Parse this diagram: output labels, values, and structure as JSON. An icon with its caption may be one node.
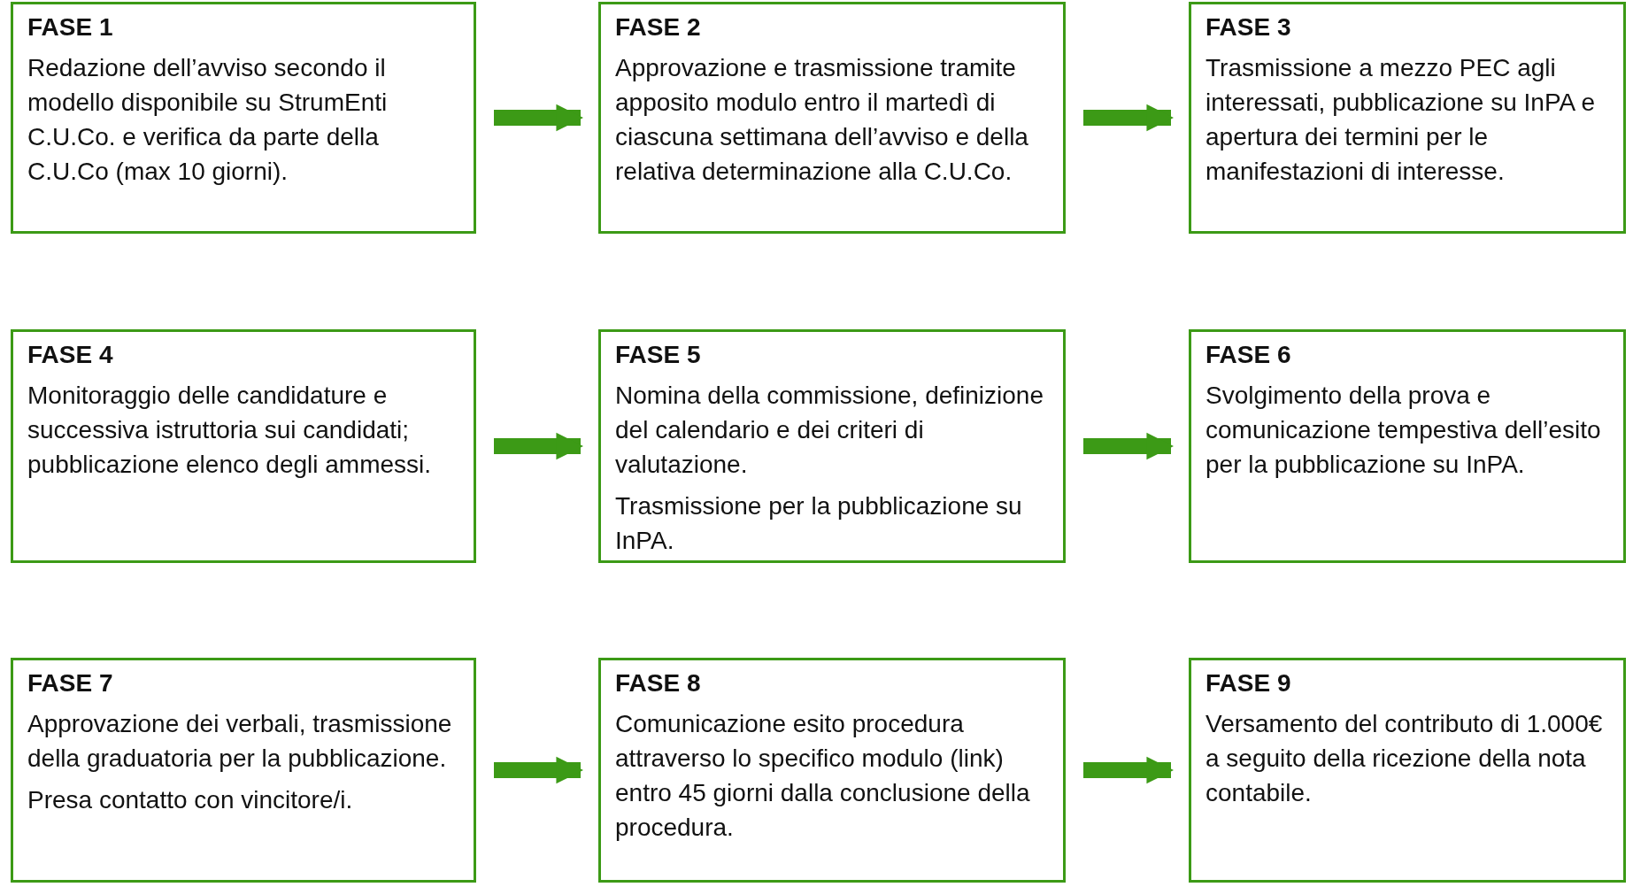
{
  "diagram": {
    "nodes": [
      {
        "text": [
          "FASE 1",
          "Redazione dell’avviso secondo il modello disponibile su StrumEnti C.U.Co. e verifica da parte della C.U.Co (max 10 giorni)."
        ]
      },
      {
        "text": [
          "FASE 2",
          "Approvazione e trasmissione tramite apposito modulo entro il martedì di ciascuna settimana dell’avviso e della relativa determinazione alla C.U.Co."
        ]
      },
      {
        "text": [
          "FASE 3",
          "Trasmissione a mezzo PEC agli interessati, pubblicazione su InPA e apertura dei termini per le manifestazioni di interesse."
        ]
      },
      {
        "text": [
          "FASE 4",
          "Monitoraggio delle candidature e successiva istruttoria sui candidati; pubblicazione elenco degli ammessi."
        ]
      },
      {
        "text": [
          "FASE 5",
          "Nomina della commissione, definizione del calendario e dei criteri di valutazione.",
          "Trasmissione per la pubblicazione su InPA."
        ]
      },
      {
        "text": [
          "FASE 6",
          "Svolgimento della prova e comunicazione tempestiva dell’esito per la pubblicazione su InPA."
        ]
      },
      {
        "text": [
          "FASE 7",
          "Approvazione dei verbali, trasmissione della graduatoria per la pubblicazione.",
          "Presa contatto con vincitore/i."
        ]
      },
      {
        "text": [
          "FASE 8",
          "Comunicazione esito procedura attraverso lo specifico modulo (link) entro 45 giorni dalla conclusione della procedura."
        ]
      },
      {
        "text": [
          "FASE 9",
          "Versamento del contributo di 1.000€ a seguito della ricezione della nota contabile."
        ]
      }
    ],
    "edges": [
      {
        "from": 0,
        "to": 1,
        "arrow": "to"
      },
      {
        "from": 1,
        "to": 2,
        "arrow": "to"
      },
      {
        "from": 3,
        "to": 4,
        "arrow": "to"
      },
      {
        "from": 4,
        "to": 5,
        "arrow": "to"
      },
      {
        "from": 6,
        "to": 7,
        "arrow": "to"
      },
      {
        "from": 7,
        "to": 8,
        "arrow": "to"
      }
    ]
  }
}
